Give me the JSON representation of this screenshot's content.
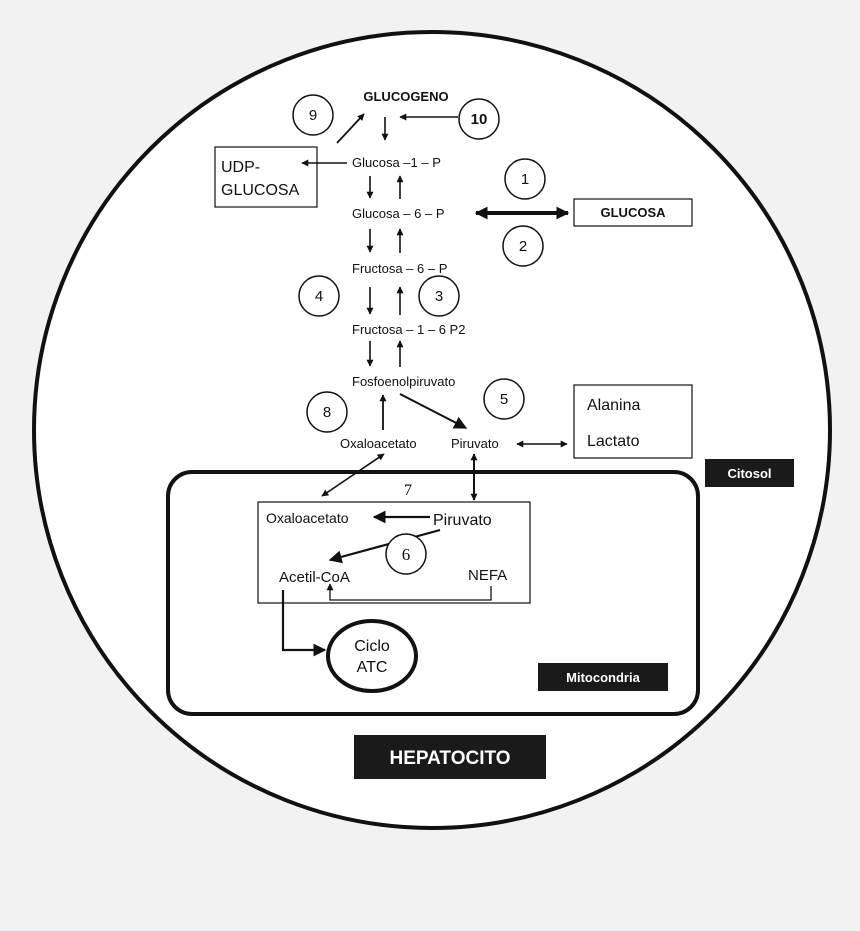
{
  "colors": {
    "background": "#f2f2f2",
    "cell": "#ffffff",
    "ink": "#111111",
    "label_fill": "#1a1a1a",
    "label_text": "#ffffff"
  },
  "cell_label": "HEPATOCITO",
  "compartments": {
    "citosol": "Citosol",
    "mitocondria": "Mitocondria"
  },
  "metabolites": {
    "glucogeno": "GLUCOGENO",
    "udp_glucosa_line1": "UDP-",
    "udp_glucosa_line2": "GLUCOSA",
    "glucosa_1p": "Glucosa –1 – P",
    "glucosa_6p": "Glucosa – 6 – P",
    "glucosa": "GLUCOSA",
    "fructosa_6p": "Fructosa – 6 – P",
    "fructosa_16p2": "Fructosa – 1 – 6 P2",
    "fosfoenolpiruvato": "Fosfoenolpiruvato",
    "oxaloacetato_cyt": "Oxaloacetato",
    "piruvato_cyt": "Piruvato",
    "alanina": "Alanina",
    "lactato": "Lactato",
    "oxaloacetato_mito": "Oxaloacetato",
    "piruvato_mito": "Piruvato",
    "acetil_coa": "Acetil-CoA",
    "nefa": "NEFA",
    "ciclo_atc_line1": "Ciclo",
    "ciclo_atc_line2": "ATC"
  },
  "steps": {
    "s1": "1",
    "s2": "2",
    "s3": "3",
    "s4": "4",
    "s5": "5",
    "s6": "6",
    "s7": "7",
    "s8": "8",
    "s9": "9",
    "s10": "10"
  }
}
